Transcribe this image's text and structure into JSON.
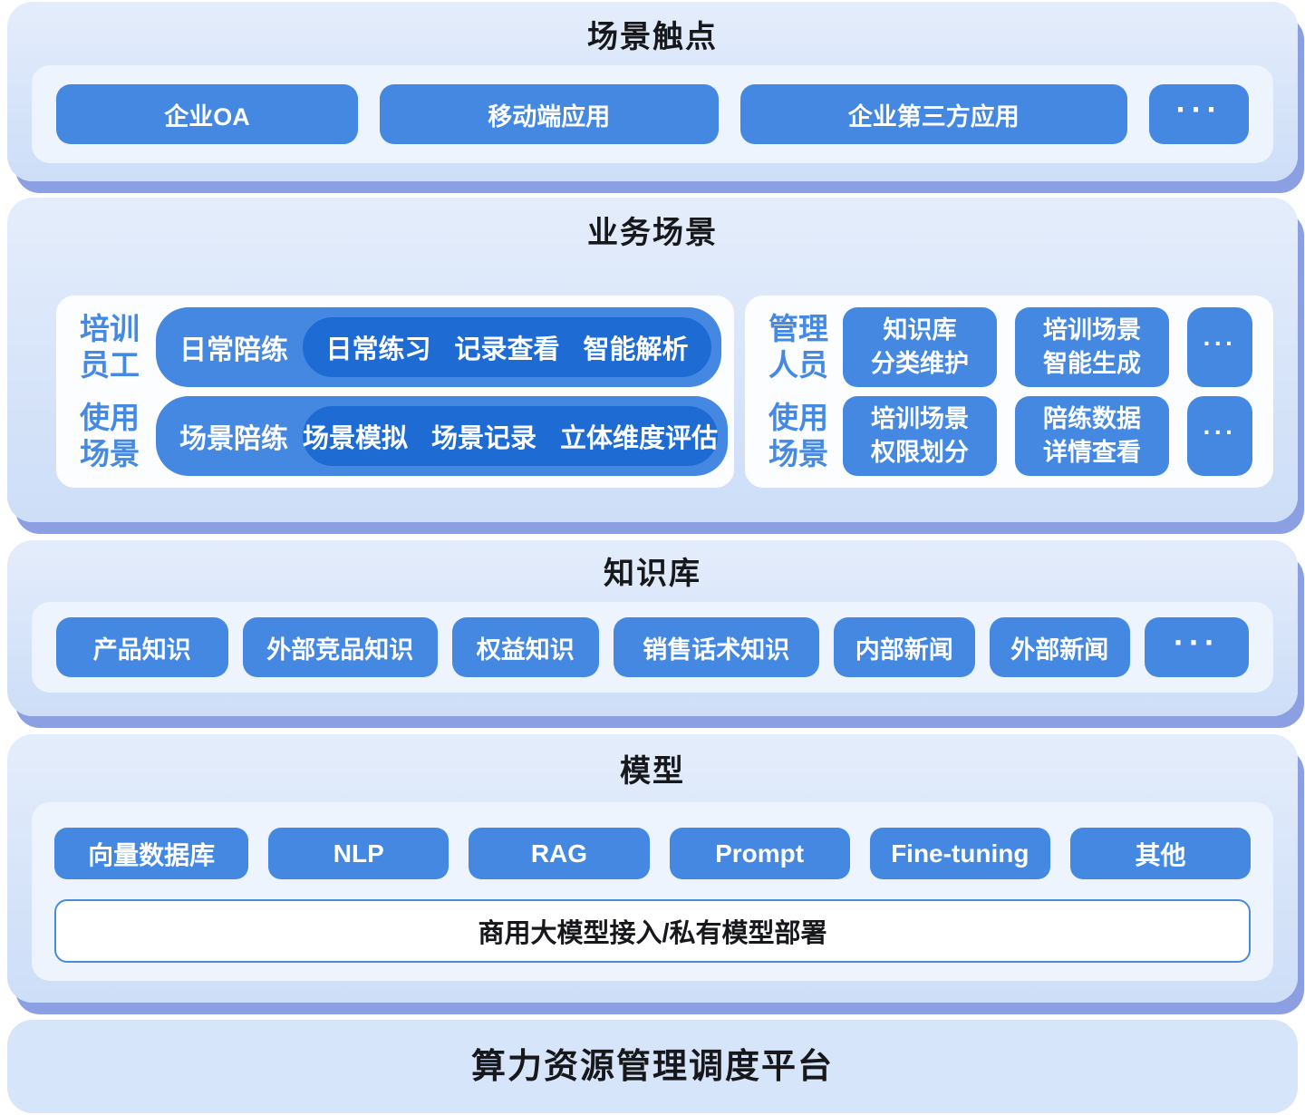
{
  "colors": {
    "chip_blue": "#4588e2",
    "dark_pill_blue": "#1e6bd3",
    "panel_light_blue": "#d7e4f9",
    "panel_shadow": "#8b9fe2",
    "inner_panel": "#edf4fd",
    "white_box": "#fcfdff",
    "title_text": "#17181b",
    "side_label_text": "#4589e2"
  },
  "touchpoints": {
    "title": "场景触点",
    "buttons": [
      "企业OA",
      "移动端应用",
      "企业第三方应用"
    ],
    "more": "···"
  },
  "business": {
    "title": "业务场景",
    "left_rows": [
      {
        "side_line1": "培训",
        "side_line2": "员工",
        "pill": "日常陪练",
        "item1": "日常练习",
        "item2": "记录查看",
        "item3": "智能解析"
      },
      {
        "side_line1": "使用",
        "side_line2": "场景",
        "pill": "场景陪练",
        "item1": "场景模拟",
        "item2": "场景记录",
        "item3": "立体维度评估"
      }
    ],
    "right_rows": [
      {
        "side_line1": "管理",
        "side_line2": "人员",
        "btn1_line1": "知识库",
        "btn1_line2": "分类维护",
        "btn2_line1": "培训场景",
        "btn2_line2": "智能生成",
        "more": "···"
      },
      {
        "side_line1": "使用",
        "side_line2": "场景",
        "btn1_line1": "培训场景",
        "btn1_line2": "权限划分",
        "btn2_line1": "陪练数据",
        "btn2_line2": "详情查看",
        "more": "···"
      }
    ]
  },
  "knowledge": {
    "title": "知识库",
    "buttons": [
      "产品知识",
      "外部竞品知识",
      "权益知识",
      "销售话术知识",
      "内部新闻",
      "外部新闻"
    ],
    "more": "···"
  },
  "model": {
    "title": "模型",
    "buttons": [
      "向量数据库",
      "NLP",
      "RAG",
      "Prompt",
      "Fine-tuning",
      "其他"
    ],
    "bar": "商用大模型接入/私有模型部署"
  },
  "platform": {
    "title": "算力资源管理调度平台"
  }
}
